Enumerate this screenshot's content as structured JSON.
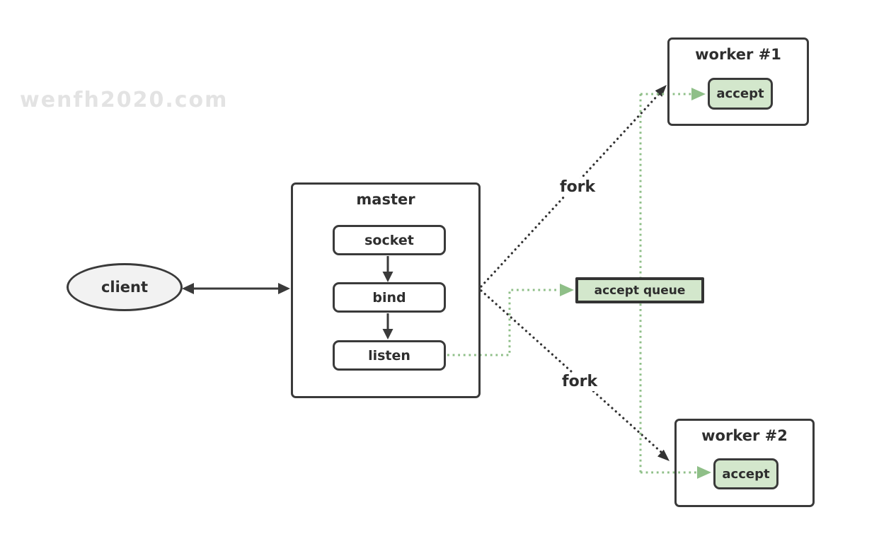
{
  "watermark": {
    "text": "wenfh2020.com"
  },
  "colors": {
    "stroke": "#3a3a3a",
    "dotted_black": "#333333",
    "green_accent": "#8fbf88",
    "green_fill": "#d3e7cc",
    "client_fill": "#f2f2f2",
    "watermark_color": "#e3e3e3",
    "background": "#ffffff"
  },
  "client": {
    "label": "client"
  },
  "master": {
    "title": "master",
    "steps": [
      {
        "label": "socket"
      },
      {
        "label": "bind"
      },
      {
        "label": "listen"
      }
    ]
  },
  "workers": [
    {
      "title": "worker #1",
      "accept": "accept"
    },
    {
      "title": "worker #2",
      "accept": "accept"
    }
  ],
  "accept_queue": {
    "label": "accept queue"
  },
  "labels": {
    "fork_upper": "fork",
    "fork_lower": "fork"
  }
}
